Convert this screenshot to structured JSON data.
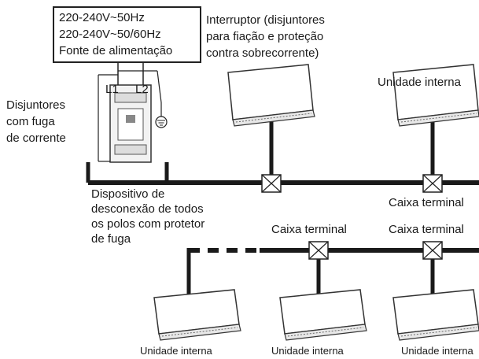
{
  "power_supply": {
    "line1": "220-240V~50Hz",
    "line2": "220-240V~50/60Hz",
    "line3": "Fonte de alimentação"
  },
  "breaker": {
    "l1": "L1",
    "l2": "L2"
  },
  "labels": {
    "interruptor": [
      "Interruptor (disjuntores",
      "para fiação e proteção",
      "contra sobrecorrente)"
    ],
    "leakage_breaker": [
      "Disjuntores",
      "com fuga",
      "de corrente"
    ],
    "disconnect_device": [
      "Dispositivo de",
      "desconexão de todos",
      "os polos com protetor",
      "de fuga"
    ],
    "caixa_terminal": "Caixa terminal",
    "unidade_interna": "Unidade interna"
  },
  "colors": {
    "line": "#1a1a1a",
    "unit_fill": "#ffffff",
    "unit_stroke": "#333333"
  }
}
